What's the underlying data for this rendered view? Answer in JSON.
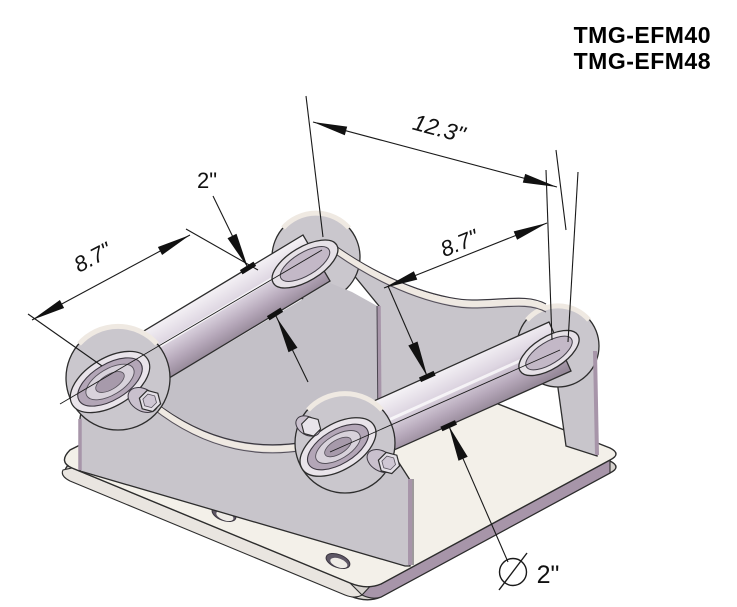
{
  "title": {
    "model_line1": "TMG-EFM40",
    "model_line2": "TMG-EFM48"
  },
  "dimensions": {
    "overall_width": "12.3\"",
    "left_pin_span": "8.7\"",
    "right_pin_span": "8.7\"",
    "pin_diameter_top": "2\"",
    "pin_diameter_bottom": "2\""
  },
  "colors": {
    "plate_face_gray": "#c8c5cb",
    "edge_highlight_cream": "#efe9e2",
    "base_top_cream": "#f3f0e9",
    "edge_mauve": "#a795a9",
    "pin_lavender_mid": "#d6cddb",
    "pin_lavender_dark": "#9a8c9f",
    "outline": "#2d2d2d"
  }
}
